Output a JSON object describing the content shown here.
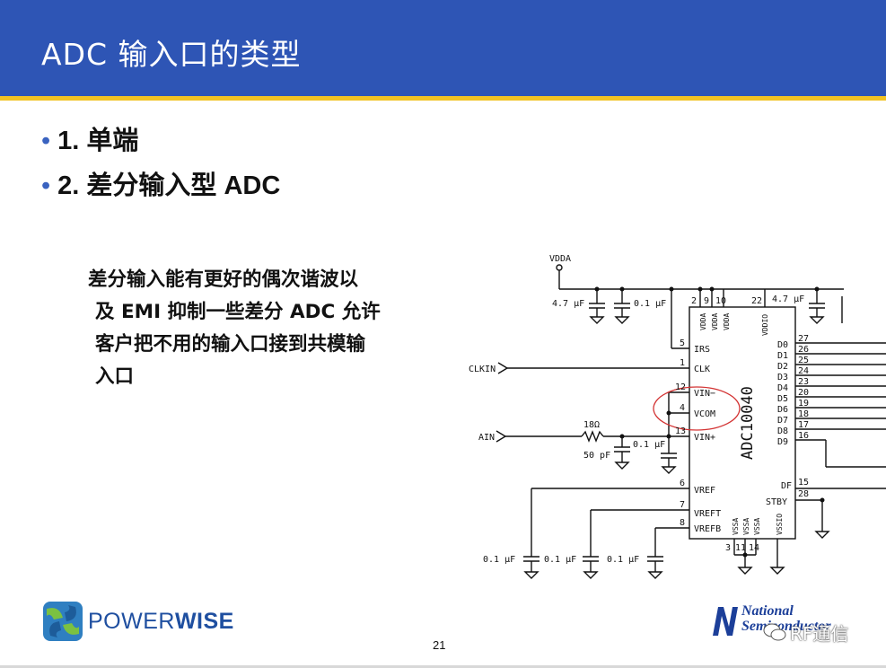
{
  "header": {
    "title": "ADC 输入口的类型"
  },
  "bullets": [
    {
      "marker": "•",
      "text": "1. 单端"
    },
    {
      "marker": "•",
      "text": "2. 差分输入型 ADC"
    }
  ],
  "body_lines": [
    "差分输入能有更好的偶次谐波以",
    "及 EMI 抑制一些差分 ADC 允许",
    "客户把不用的输入口接到共模输",
    "入口"
  ],
  "circuit": {
    "chip_name": "ADC10040",
    "supply_label": "VDDA",
    "signal_clkin": "CLKIN",
    "signal_ain": "AIN",
    "resistor": "18Ω",
    "cap_50p": "50 pF",
    "cap_47u_left": "4.7 μF",
    "cap_01u_left": "0.1 μF",
    "cap_47u_right": "4.7 μF",
    "cap_01u_mid": "0.1 μF",
    "cap_01u_b1": "0.1 μF",
    "cap_01u_b2": "0.1 μF",
    "cap_01u_b3": "0.1 μF",
    "pins_left": [
      {
        "num": "5",
        "name": "IRS"
      },
      {
        "num": "1",
        "name": "CLK"
      },
      {
        "num": "12",
        "name": "VIN−"
      },
      {
        "num": "4",
        "name": "VCOM"
      },
      {
        "num": "13",
        "name": "VIN+"
      },
      {
        "num": "6",
        "name": "VREF"
      },
      {
        "num": "7",
        "name": "VREFT"
      },
      {
        "num": "8",
        "name": "VREFB"
      }
    ],
    "pins_top": [
      "2",
      "9",
      "10",
      "22"
    ],
    "top_labels": [
      "VDDA",
      "VDDA",
      "VDDA",
      "VDDIO"
    ],
    "pins_right_nums": [
      "27",
      "26",
      "25",
      "24",
      "23",
      "20",
      "19",
      "18",
      "17",
      "16"
    ],
    "pins_right_names": [
      "D0",
      "D1",
      "D2",
      "D3",
      "D4",
      "D5",
      "D6",
      "D7",
      "D8",
      "D9"
    ],
    "pin_df": {
      "num": "15",
      "name": "DF"
    },
    "pin_stby": {
      "num": "28",
      "name": "STBY"
    },
    "pins_bottom": [
      "3",
      "11",
      "14"
    ],
    "bottom_labels": [
      "VSSA",
      "VSSA",
      "VSSA",
      "VSSIO"
    ]
  },
  "footer": {
    "brand_power": "POWER",
    "brand_wise": "WISE",
    "page_number": "21",
    "ns_line1": "National",
    "ns_line2": "Semiconductor",
    "watermark": "RF通信"
  },
  "colors": {
    "header_bg": "#2e55b5",
    "header_rule": "#f2c323",
    "bullet_dot": "#3a63c0",
    "circle_mark": "#d33333"
  }
}
